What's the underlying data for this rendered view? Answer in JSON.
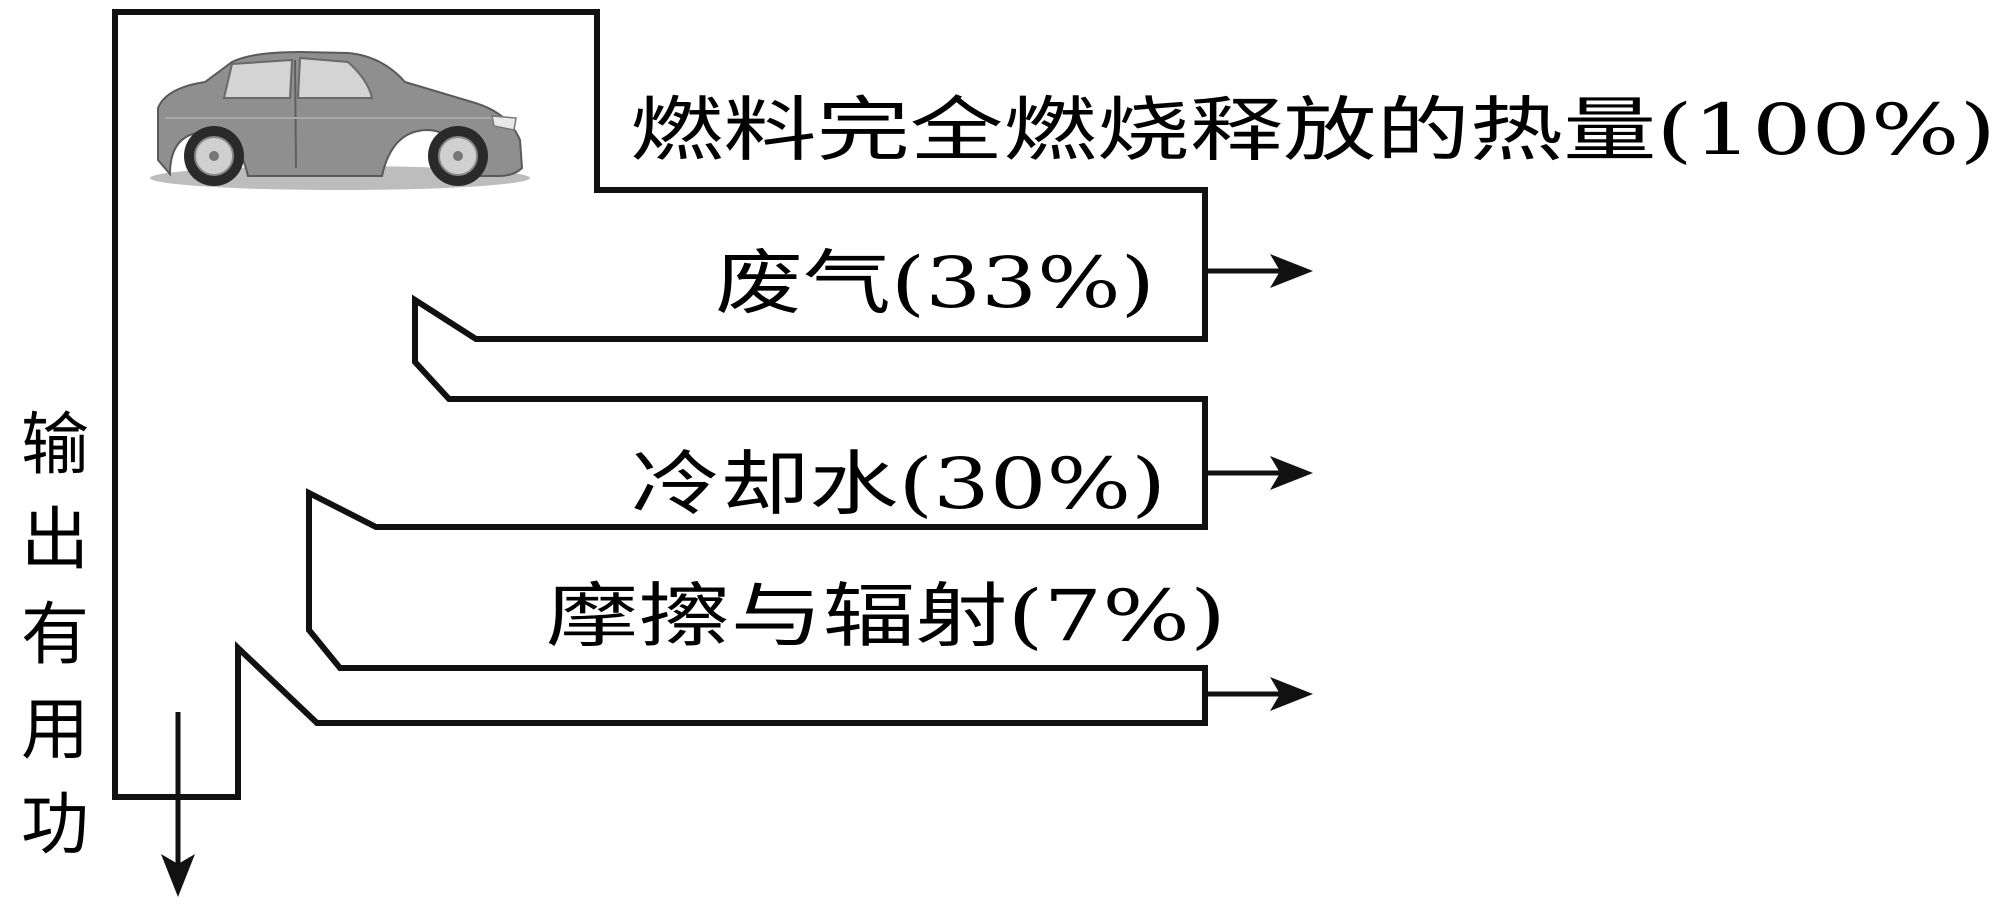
{
  "labels": {
    "fuel_heat": "燃料完全燃烧释放的热量(100%)",
    "exhaust": "废气(33%)",
    "cooling_water": "冷却水(30%)",
    "friction_radiation": "摩擦与辐射(7%)",
    "useful_work_chars": [
      "输",
      "出",
      "有",
      "用",
      "功"
    ]
  },
  "values": {
    "fuel_heat_percent": 100,
    "exhaust_percent": 33,
    "cooling_water_percent": 30,
    "friction_radiation_percent": 7
  }
}
